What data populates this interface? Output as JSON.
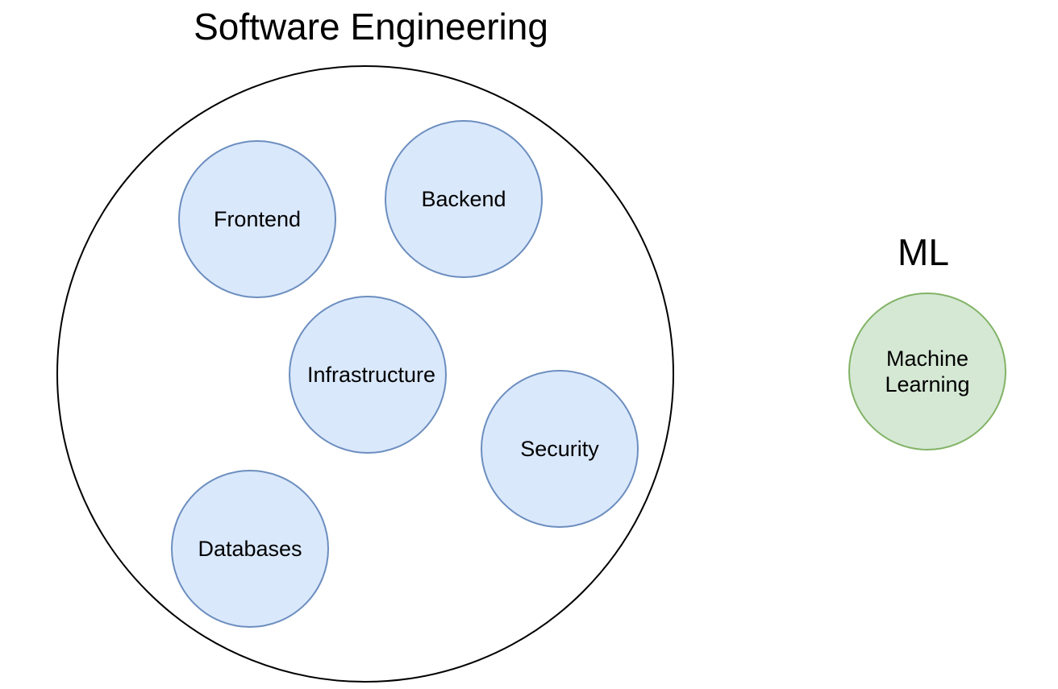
{
  "titles": {
    "software_engineering": "Software Engineering",
    "ml": "ML"
  },
  "circles": [
    {
      "id": "frontend",
      "label": "Frontend"
    },
    {
      "id": "backend",
      "label": "Backend"
    },
    {
      "id": "infrastructure",
      "label": "Infrastructure"
    },
    {
      "id": "security",
      "label": "Security"
    },
    {
      "id": "databases",
      "label": "Databases"
    }
  ],
  "ml_circle": {
    "label": "Machine Learning"
  },
  "palette": {
    "blue_fill": "#dae8fc",
    "blue_stroke": "#6c8ebf",
    "green_fill": "#d5e8d4",
    "green_stroke": "#82b366",
    "outline": "#000000",
    "text": "#000000"
  }
}
